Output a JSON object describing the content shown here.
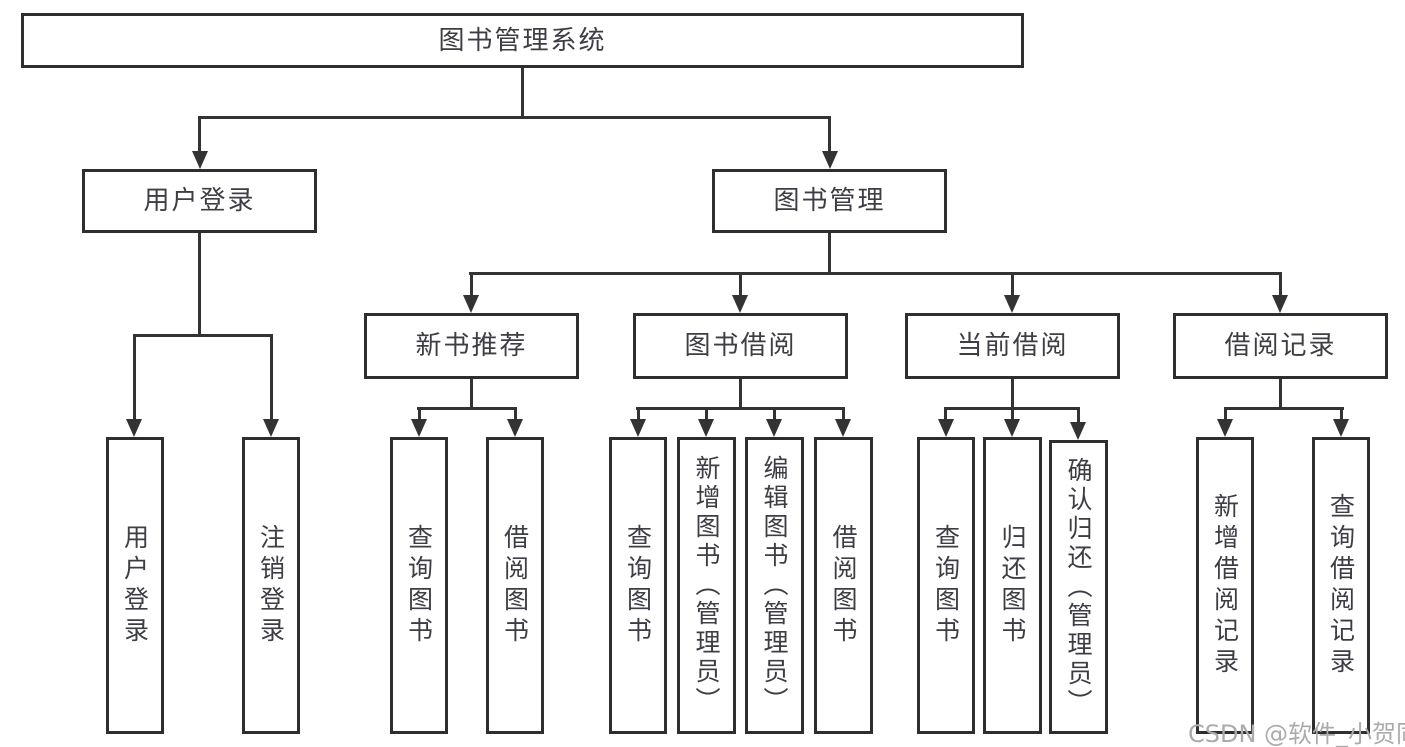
{
  "colors": {
    "line": "#333333",
    "border": "#2e2e2e",
    "text": "#3d3d44",
    "background": "#ffffff",
    "watermark": "#ababab"
  },
  "watermark": "CSDN @软件_小贺同学",
  "tree": {
    "root": "图书管理系统",
    "branches": [
      {
        "label": "用户登录",
        "children": [
          "用户登录",
          "注销登录"
        ]
      },
      {
        "label": "图书管理",
        "children": [
          {
            "label": "新书推荐",
            "children": [
              "查询图书",
              "借阅图书"
            ]
          },
          {
            "label": "图书借阅",
            "children": [
              "查询图书",
              "新增图书（管理员）",
              "编辑图书（管理员）",
              "借阅图书"
            ]
          },
          {
            "label": "当前借阅",
            "children": [
              "查询图书",
              "归还图书",
              "确认归还（管理员）"
            ]
          },
          {
            "label": "借阅记录",
            "children": [
              "新增借阅记录",
              "查询借阅记录"
            ]
          }
        ]
      }
    ]
  }
}
